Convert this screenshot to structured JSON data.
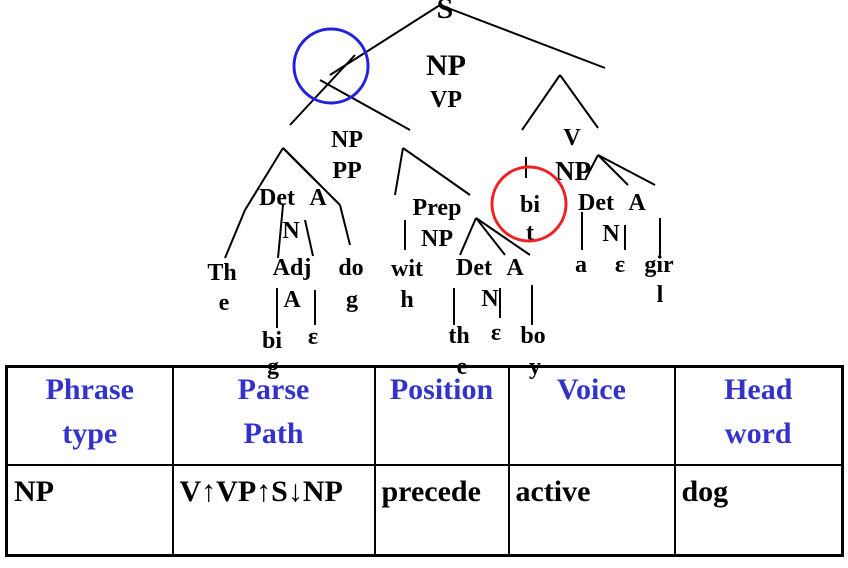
{
  "tree": {
    "nodes": {
      "s": "S",
      "np": "NP",
      "vp": "VP",
      "np2": "NP",
      "pp": "PP",
      "v": "V",
      "np3": "NP",
      "det1": "Det",
      "a1": "A",
      "n1": "N",
      "prep": "Prep",
      "np4": "NP",
      "v_bi": "bi",
      "v_t": "t",
      "det3": "Det",
      "a3": "A",
      "n3": "N",
      "the_1": "Th",
      "the_2": "e",
      "adj_1": "Adj",
      "adj_2": "A",
      "dog_1": "do",
      "dog_2": "g",
      "with_1": "wit",
      "with_2": "h",
      "det2": "Det",
      "a2": "A",
      "n2": "N",
      "a_word": "a",
      "eps3": "ε",
      "girl_1": "gir",
      "girl_2": "l",
      "big_1": "bi",
      "big_2": "g",
      "eps1": "ε",
      "the2_1": "th",
      "the2_2": "e",
      "eps2": "ε",
      "boy_1": "bo",
      "boy_2": "y"
    },
    "circle_colors": {
      "blue": "#2222dd",
      "red": "#ee2222"
    }
  },
  "table": {
    "headers": [
      [
        "Phrase",
        "type"
      ],
      [
        "Parse",
        "Path"
      ],
      [
        "Position",
        ""
      ],
      [
        "Voice",
        ""
      ],
      [
        "Head",
        "word"
      ]
    ],
    "header_color": "#3333cc",
    "row": [
      "NP",
      "V↑VP↑S↓NP",
      "precede",
      "active",
      "dog"
    ]
  }
}
